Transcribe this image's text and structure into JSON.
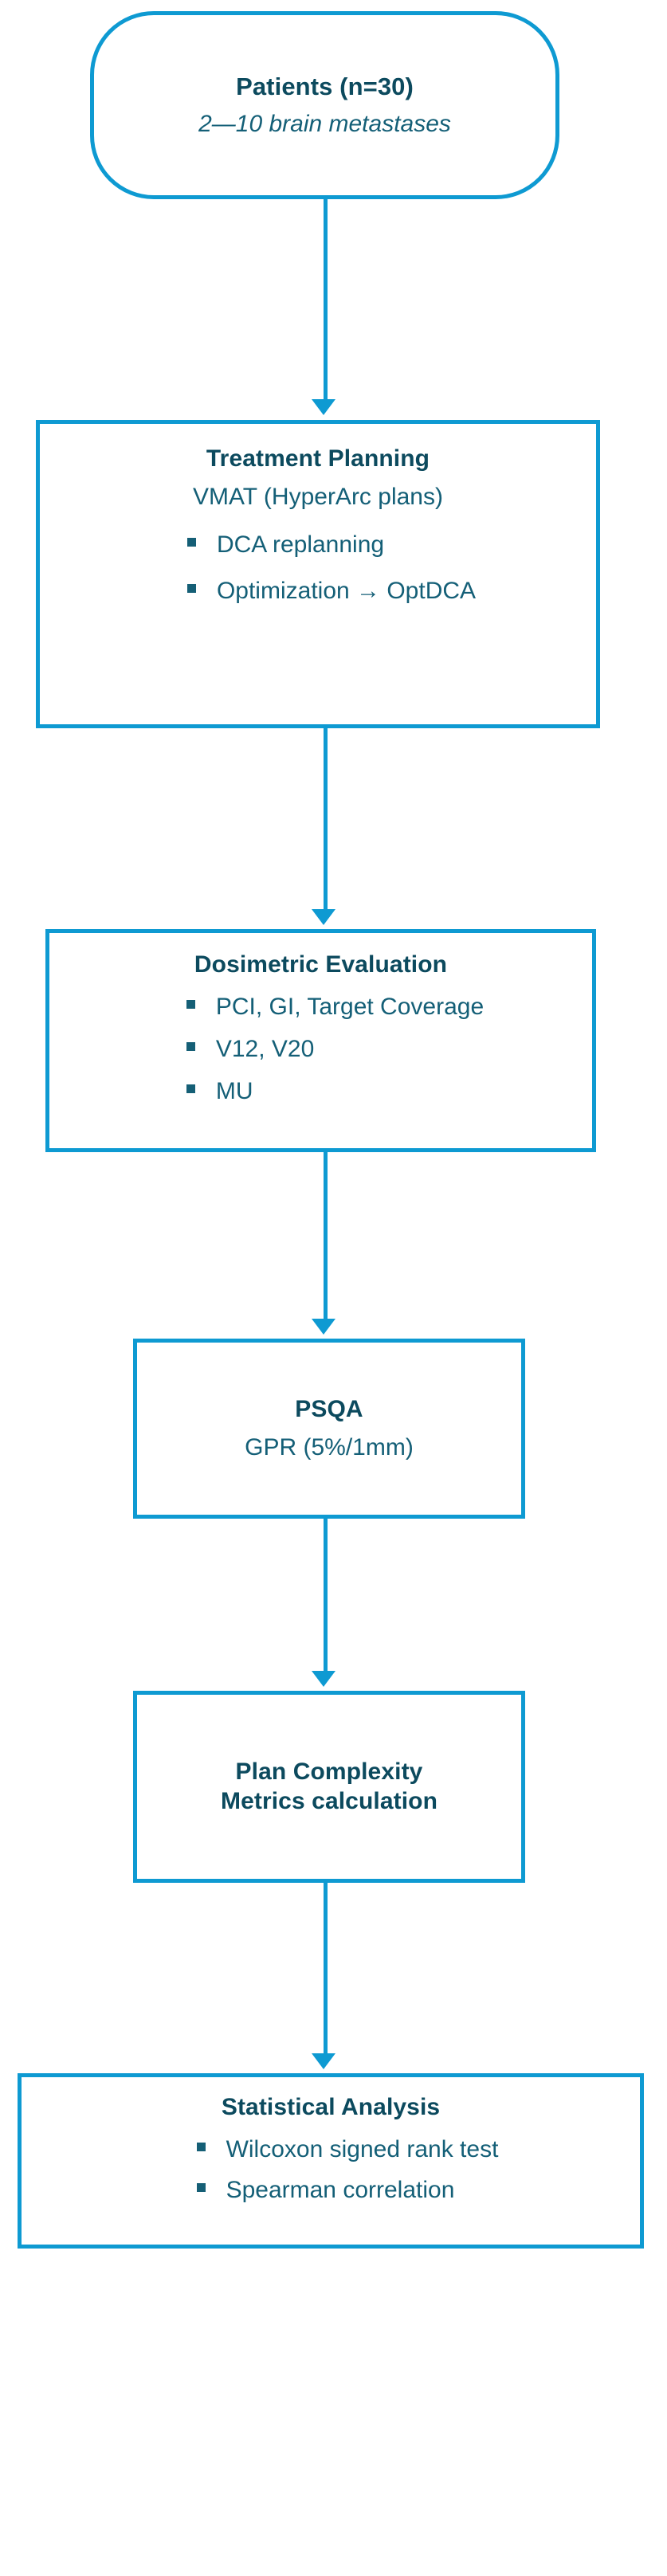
{
  "figure": {
    "kind": "study-workflow-flowchart",
    "orientation": "vertical-top-to-bottom",
    "colors": {
      "box_border": "#0e9ad2",
      "connector": "#0e9ad2",
      "heading_text": "#0c4a5e",
      "body_text": "#145f77",
      "bullet_marker": "#155f76",
      "background": "#ffffff"
    }
  },
  "nodes": {
    "patients": {
      "shape": "stadium",
      "title": "Patients (n=30)",
      "subtitle": "2—10 brain metastases",
      "subtitle_style": "italic"
    },
    "planning": {
      "shape": "rectangle",
      "title": "Treatment Planning",
      "subtitle": "VMAT (HyperArc plans)",
      "bullets": [
        "DCA replanning",
        "Optimization → OptDCA"
      ]
    },
    "dosimetric": {
      "shape": "rectangle",
      "title": "Dosimetric Evaluation",
      "bullets": [
        "PCI, GI, Target Coverage",
        "V12, V20",
        "MU"
      ]
    },
    "psqa": {
      "shape": "rectangle",
      "title": "PSQA",
      "subtitle": "GPR (5%/1mm)"
    },
    "complexity": {
      "shape": "rectangle",
      "title_line1": "Plan Complexity",
      "title_line2": "Metrics calculation"
    },
    "stats": {
      "shape": "rectangle",
      "title": "Statistical Analysis",
      "bullets": [
        "Wilcoxon signed rank test",
        "Spearman correlation"
      ]
    }
  },
  "connectors": [
    {
      "from": "patients",
      "to": "planning",
      "marker": "arrow"
    },
    {
      "from": "planning",
      "to": "dosimetric",
      "marker": "arrow"
    },
    {
      "from": "dosimetric",
      "to": "psqa",
      "marker": "arrow"
    },
    {
      "from": "psqa",
      "to": "complexity",
      "marker": "arrow"
    },
    {
      "from": "complexity",
      "to": "stats",
      "marker": "arrow"
    }
  ]
}
